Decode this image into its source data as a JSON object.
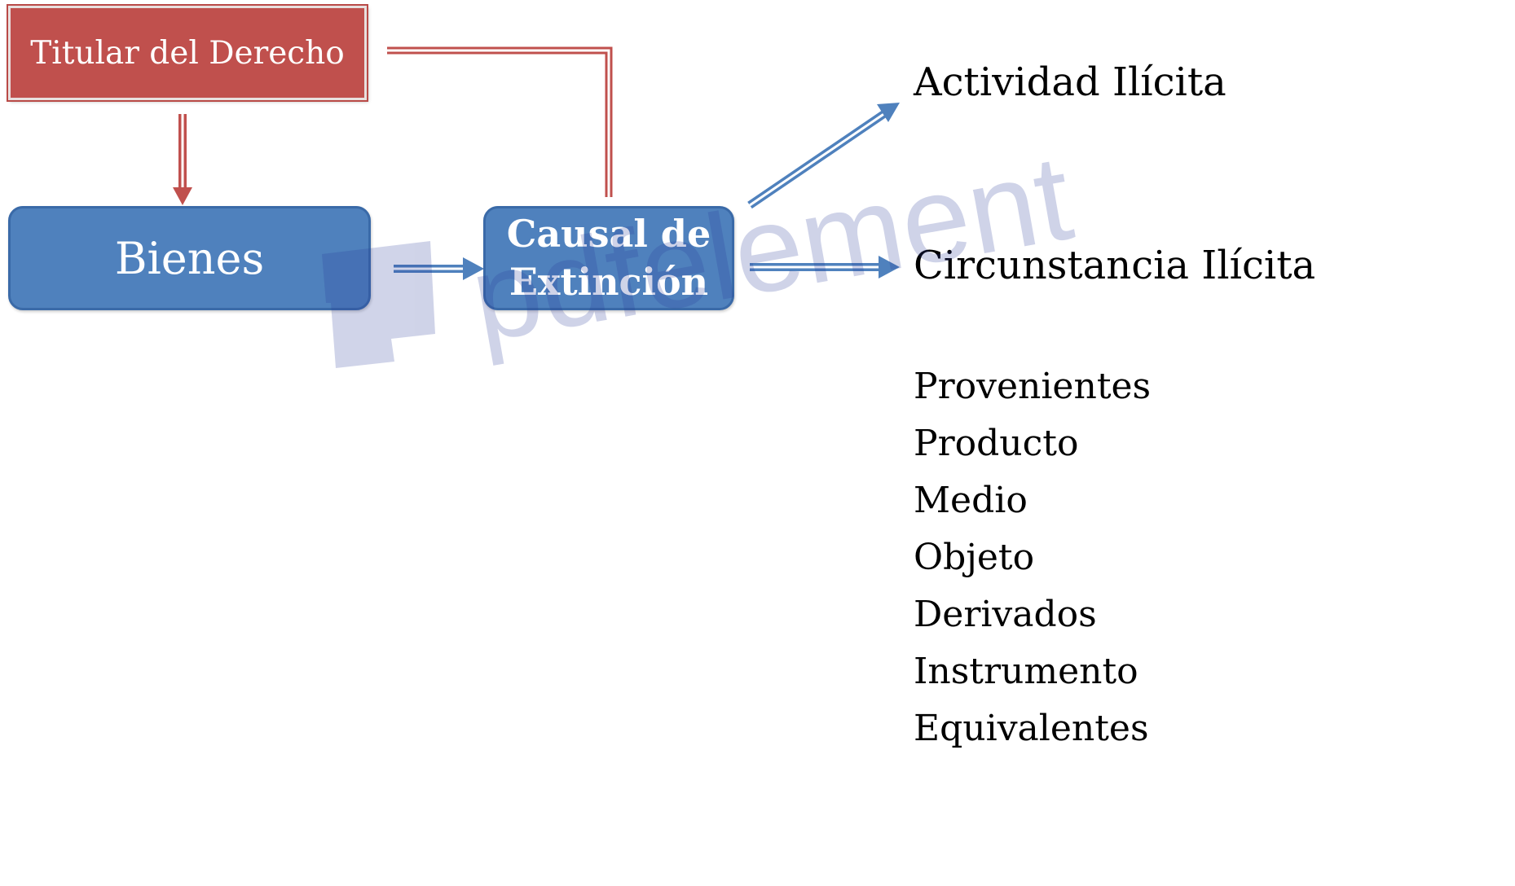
{
  "nodes": {
    "titular": "Titular del Derecho",
    "bienes": "Bienes",
    "causal_line1": "Causal de",
    "causal_line2": "Extinción"
  },
  "targets": {
    "actividad": "Actividad Ilícita",
    "circunstancia": "Circunstancia Ilícita"
  },
  "categories": [
    "Provenientes",
    "Producto",
    "Medio",
    "Objeto",
    "Derivados",
    "Instrumento",
    "Equivalentes"
  ],
  "watermark": {
    "text": "pdfelement",
    "color": "#2b3a9a"
  },
  "colors": {
    "red": "#c0504d",
    "blue": "#4f81bd",
    "arrow_red": "#c0504d",
    "arrow_blue": "#4f81bd"
  }
}
